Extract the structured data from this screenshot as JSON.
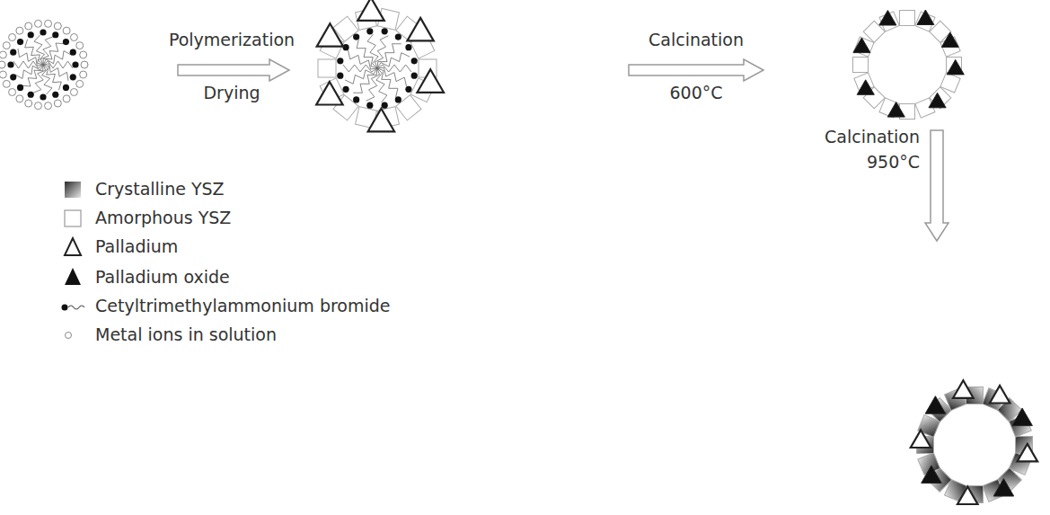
{
  "diagram": {
    "labels": [
      "Polymerization",
      "Drying",
      "Calcination",
      "600°C",
      "Calcination",
      "950°C"
    ],
    "legend": [
      {
        "text": "Crystalline YSZ"
      },
      {
        "text": "Amorphous YSZ"
      },
      {
        "text": "Palladium"
      },
      {
        "text": "Palladium oxide"
      },
      {
        "text": "Cetyltrimethylammonium bromide"
      },
      {
        "text": "Metal ions in solution"
      }
    ]
  }
}
